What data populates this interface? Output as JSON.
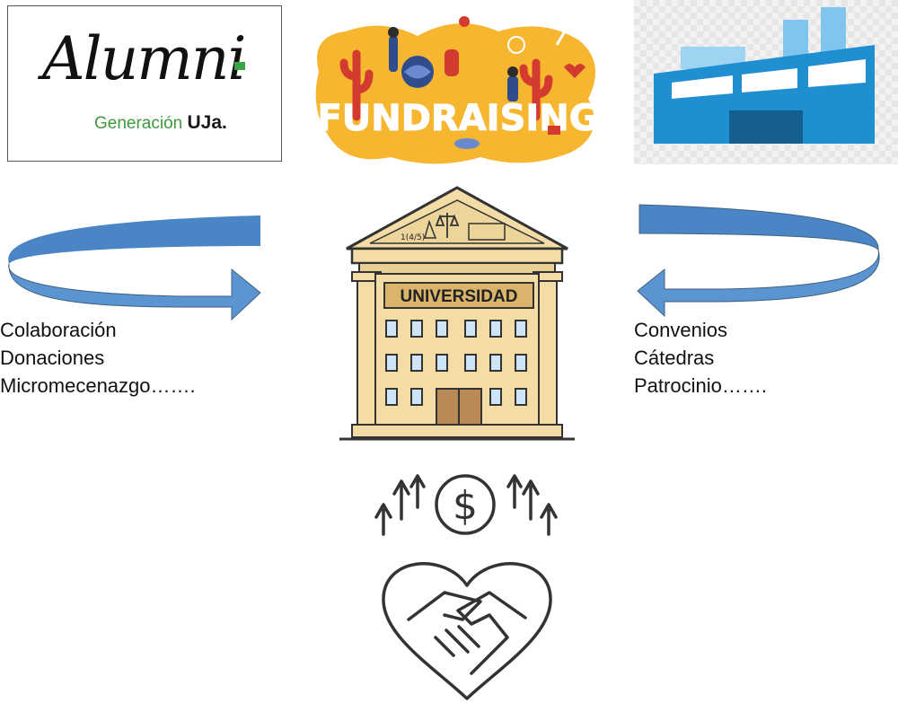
{
  "alumni_logo": {
    "word": "Alumni",
    "subtitle": "Generación",
    "brand": "UJa."
  },
  "fundraising_banner": {
    "word": "FUNDRAISING"
  },
  "university": {
    "sign": "UNIVERSIDAD",
    "pediment_formula": "1(4/5)"
  },
  "left_list": [
    "Colaboración",
    "Donaciones",
    "Micromecenazgo……."
  ],
  "right_list": [
    "Convenios",
    "Cátedras",
    "Patrocinio……."
  ],
  "colors": {
    "arrow_blue": "#4a86c5",
    "arrow_dark": "#2b5f93",
    "building": "#f3dca6",
    "green": "#3aa44a",
    "factory_blue": "#1f8fd1"
  }
}
